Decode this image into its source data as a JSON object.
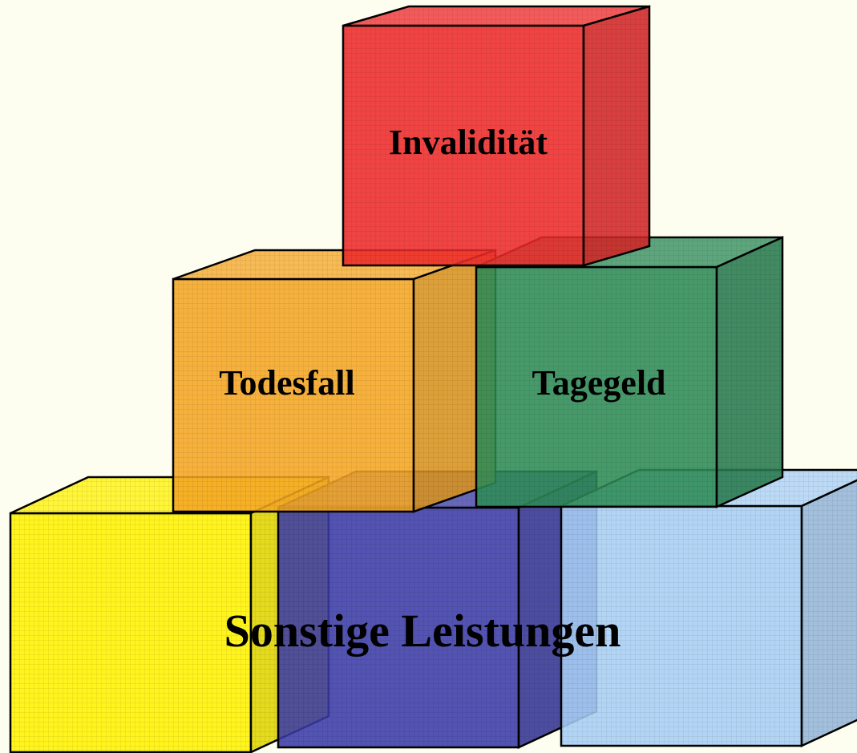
{
  "blocks": [
    {
      "id": "invaliditaet",
      "label": "Invalidität",
      "color": "#EE2A2A"
    },
    {
      "id": "todesfall",
      "label": "Todesfall",
      "color": "#F5A623"
    },
    {
      "id": "tagegeld",
      "label": "Tagegeld",
      "color": "#2E8B57"
    },
    {
      "id": "gelb",
      "label": "",
      "color": "#FFF200"
    },
    {
      "id": "blau",
      "label": "",
      "color": "#3B3BA8"
    },
    {
      "id": "hellblau",
      "label": "",
      "color": "#A9CFF5"
    }
  ],
  "caption": "Sonstige Leistungen",
  "colors": {
    "background": "#FEFEF0",
    "outline": "#000000"
  }
}
